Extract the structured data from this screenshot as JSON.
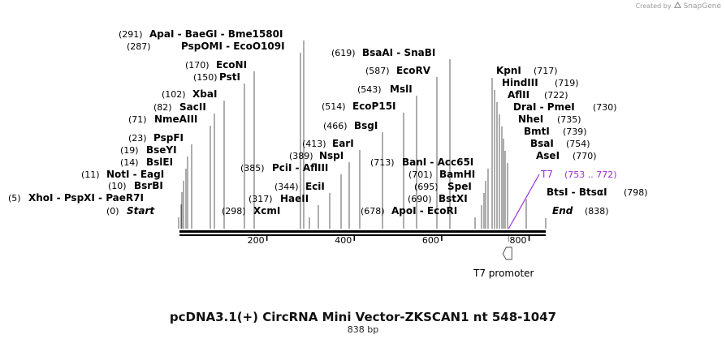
{
  "app": {
    "credit_prefix": "Created by",
    "credit_brand": "SnapGene"
  },
  "map": {
    "title": "pcDNA3.1(+) CircRNA Mini Vector-ZKSCAN1 nt 548-1047",
    "length_label": "838 bp",
    "length_bp": 838,
    "ticks": [
      200,
      400,
      600,
      800
    ],
    "colors": {
      "line": "#333333",
      "backbone": "#000000",
      "feature": "#9b30d9",
      "text": "#000000"
    }
  },
  "sites": [
    {
      "pos_label": "(291)",
      "name": "ApaI - BaeGI - Bme1580I",
      "bp": 291
    },
    {
      "pos_label": "(287)",
      "name": "PspOMI - EcoO109I",
      "bp": 287
    },
    {
      "pos_label": "(170)",
      "name": "EcoNI",
      "bp": 170
    },
    {
      "pos_label": "(150)",
      "name": "PstI",
      "bp": 150
    },
    {
      "pos_label": "(102)",
      "name": "XbaI",
      "bp": 102
    },
    {
      "pos_label": "(82)",
      "name": "SacII",
      "bp": 82
    },
    {
      "pos_label": "(71)",
      "name": "NmeAIII",
      "bp": 71
    },
    {
      "pos_label": "(23)",
      "name": "PspFI",
      "bp": 23
    },
    {
      "pos_label": "(19)",
      "name": "BseYI",
      "bp": 19
    },
    {
      "pos_label": "(14)",
      "name": "BslEI",
      "bp": 14
    },
    {
      "pos_label": "(11)",
      "name": "NotI - EagI",
      "bp": 11
    },
    {
      "pos_label": "(10)",
      "name": "BsrBI",
      "bp": 10
    },
    {
      "pos_label": "(5)",
      "name": "XhoI - PspXI - PaeR7I",
      "bp": 5
    },
    {
      "pos_label": "(0)",
      "name": "Start",
      "bp": 0
    },
    {
      "pos_label": "(619)",
      "name": "BsaAI - SnaBI",
      "bp": 619
    },
    {
      "pos_label": "(587)",
      "name": "EcoRV",
      "bp": 587
    },
    {
      "pos_label": "(543)",
      "name": "MslI",
      "bp": 543
    },
    {
      "pos_label": "(514)",
      "name": "EcoP15I",
      "bp": 514
    },
    {
      "pos_label": "(466)",
      "name": "BsgI",
      "bp": 466
    },
    {
      "pos_label": "(413)",
      "name": "EarI",
      "bp": 413
    },
    {
      "pos_label": "(389)",
      "name": "NspI",
      "bp": 389
    },
    {
      "pos_label": "(385)",
      "name": "PciI - AflIII",
      "bp": 385
    },
    {
      "pos_label": "(344)",
      "name": "EciI",
      "bp": 344
    },
    {
      "pos_label": "(317)",
      "name": "HaeII",
      "bp": 317
    },
    {
      "pos_label": "(298)",
      "name": "XcmI",
      "bp": 298
    },
    {
      "pos_label": "(713)",
      "name": "BanI - Acc65I",
      "bp": 713
    },
    {
      "pos_label": "(701)",
      "name": "BamHI",
      "bp": 701
    },
    {
      "pos_label": "(695)",
      "name": "SpeI",
      "bp": 695
    },
    {
      "pos_label": "(690)",
      "name": "BstXI",
      "bp": 690
    },
    {
      "pos_label": "(678)",
      "name": "ApoI - EcoRI",
      "bp": 678
    },
    {
      "pos_label": "(717)",
      "name": "KpnI",
      "bp": 717
    },
    {
      "pos_label": "(719)",
      "name": "HindIII",
      "bp": 719
    },
    {
      "pos_label": "(722)",
      "name": "AflII",
      "bp": 722
    },
    {
      "pos_label": "(730)",
      "name": "DraI - PmeI",
      "bp": 730
    },
    {
      "pos_label": "(735)",
      "name": "NheI",
      "bp": 735
    },
    {
      "pos_label": "(739)",
      "name": "BmtI",
      "bp": 739
    },
    {
      "pos_label": "(754)",
      "name": "BsaI",
      "bp": 754
    },
    {
      "pos_label": "(770)",
      "name": "AseI",
      "bp": 770
    },
    {
      "pos_label": "(753 .. 772)",
      "name": "T7",
      "bp": 753
    },
    {
      "pos_label": "(798)",
      "name": "BtsI - BtsαI",
      "bp": 798
    },
    {
      "pos_label": "(838)",
      "name": "End",
      "bp": 838
    }
  ],
  "features": [
    {
      "name": "T7 promoter"
    }
  ]
}
